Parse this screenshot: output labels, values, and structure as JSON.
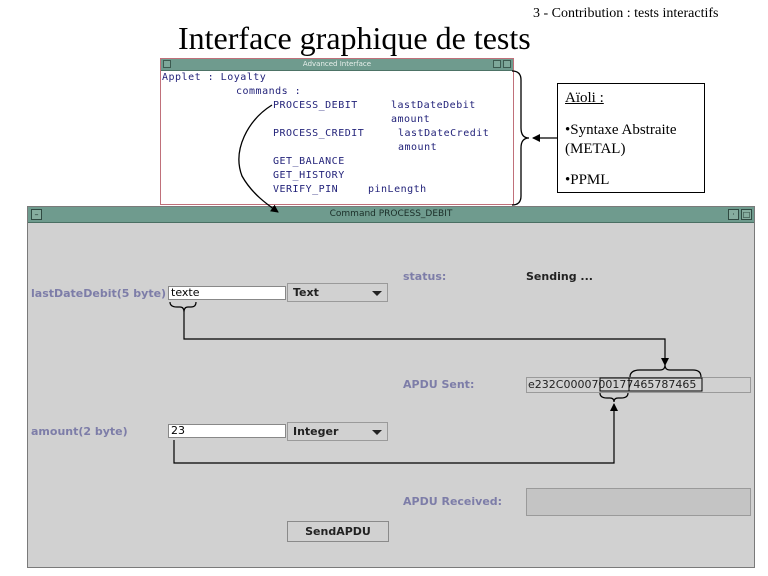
{
  "slide": {
    "subtitle": "3 - Contribution : tests interactifs",
    "title": "Interface graphique de tests"
  },
  "top_window": {
    "title": "Advanced Interface",
    "tree": [
      "Applet : Loyalty",
      "commands :",
      "PROCESS_DEBIT",
      "lastDateDebit",
      "amount",
      "PROCESS_CREDIT",
      "lastDateCredit",
      "amount",
      "GET_BALANCE",
      "GET_HISTORY",
      "VERIFY_PIN",
      "pinLength"
    ]
  },
  "aioli": {
    "title": "Aïoli :",
    "item1": "•Syntaxe Abstraite (METAL)",
    "item2": "•PPML"
  },
  "main_window": {
    "title": "Command PROCESS_DEBIT",
    "field1": {
      "label": "lastDateDebit(5 byte)",
      "value": "texte",
      "type": "Text"
    },
    "field2": {
      "label": "amount(2 byte)",
      "value": "23",
      "type": "Integer"
    },
    "status_label": "status:",
    "status_value": "Sending ...",
    "apdu_sent_label": "APDU Sent:",
    "apdu_sent_value": "e232C0000700177465787465",
    "apdu_received_label": "APDU Received:",
    "apdu_received_value": "",
    "send_button": "SendAPDU"
  },
  "colors": {
    "titlebar": "#6f9b8e",
    "window_bg": "#d1d1d1",
    "label": "#7d7da8",
    "top_window_border": "#c0707a"
  }
}
